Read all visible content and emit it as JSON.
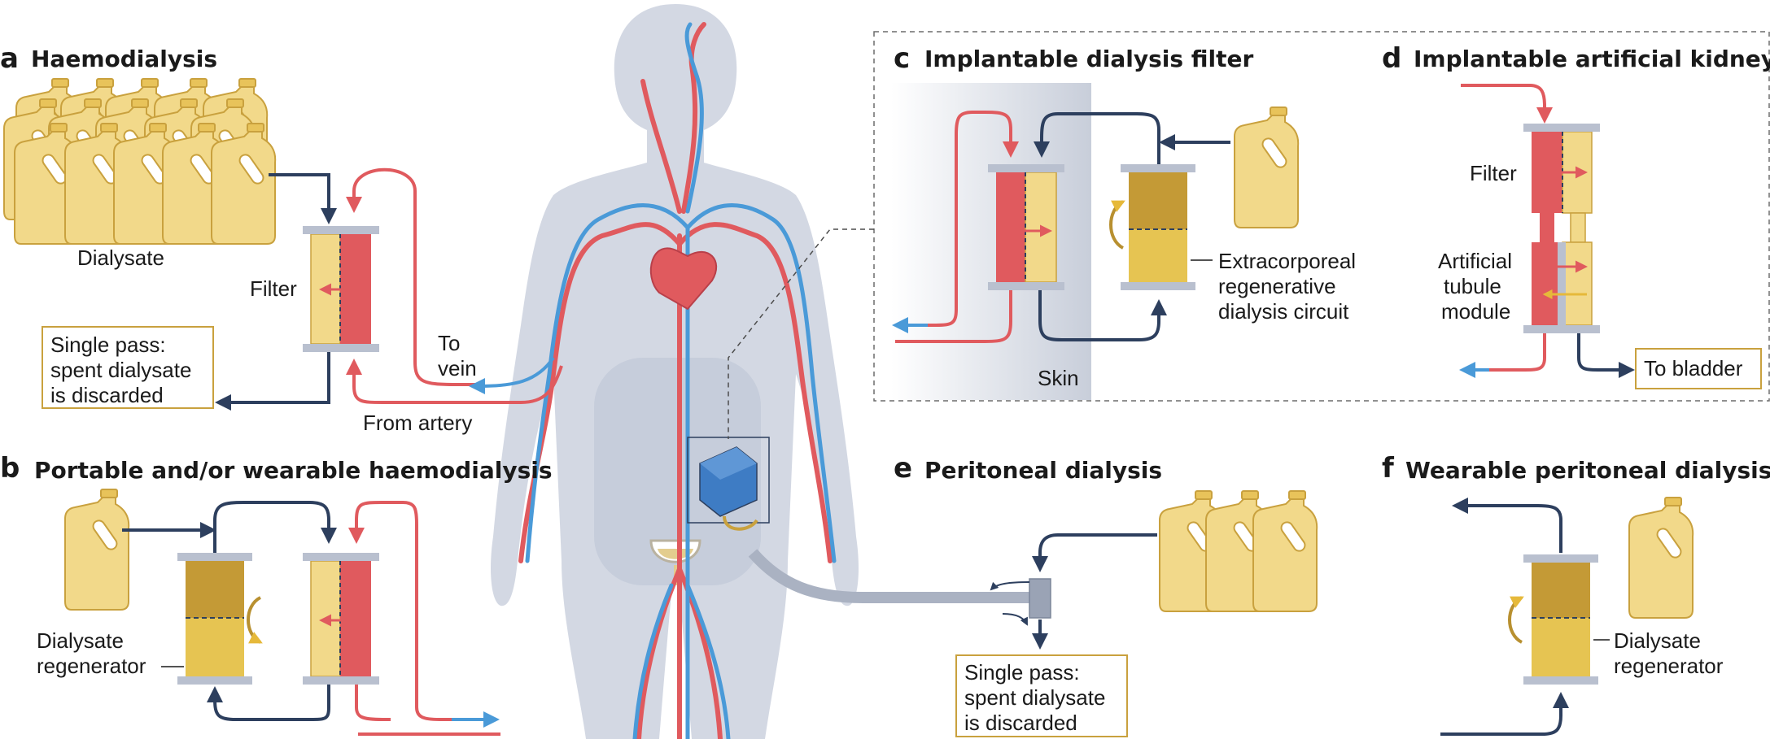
{
  "panels": {
    "a": {
      "letter": "a",
      "title": "Haemodialysis"
    },
    "b": {
      "letter": "b",
      "title": "Portable and/or wearable haemodialysis"
    },
    "c": {
      "letter": "c",
      "title": "Implantable dialysis filter"
    },
    "d": {
      "letter": "d",
      "title": "Implantable artificial kidney"
    },
    "e": {
      "letter": "e",
      "title": "Peritoneal dialysis"
    },
    "f": {
      "letter": "f",
      "title": "Wearable peritoneal dialysis"
    }
  },
  "labels": {
    "dialysate": "Dialysate",
    "filter": "Filter",
    "single_pass_a": [
      "Single pass:",
      "spent dialysate",
      "is discarded"
    ],
    "to_vein": [
      "To",
      "vein"
    ],
    "from_artery": "From artery",
    "dialysate_regenerator_b": [
      "Dialysate",
      "regenerator"
    ],
    "extracorporeal": [
      "Extracorporeal",
      "regenerative",
      "dialysis circuit"
    ],
    "skin": "Skin",
    "filter_d": "Filter",
    "artificial_tubule": [
      "Artificial",
      "tubule",
      "module"
    ],
    "to_bladder": "To bladder",
    "single_pass_e": [
      "Single pass:",
      "spent dialysate",
      "is discarded"
    ],
    "dialysate_regenerator_f": [
      "Dialysate",
      "regenerator"
    ]
  },
  "colors": {
    "artery_red": "#e05a5e",
    "vein_blue": "#4a9ad8",
    "dark_navy": "#2d3f5e",
    "dialysate_yellow": "#f2d98a",
    "jug_outline": "#c9a13e",
    "regen_dark": "#c49a36",
    "regen_light": "#e6c452",
    "cap_grey": "#b9c0cf",
    "body_grey": "#d3d8e3",
    "skin_grey": "#cbd0dc",
    "device_blue": "#3e7cc4"
  }
}
